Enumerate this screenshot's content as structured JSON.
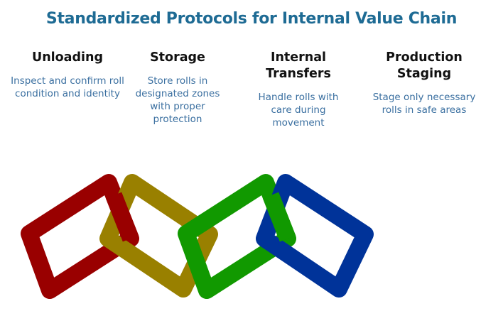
{
  "title": "Standardized Protocols for Internal Value Chain",
  "steps": [
    {
      "heading": "Unloading",
      "description": "Inspect and confirm roll condition and identity",
      "color": "#990000"
    },
    {
      "heading": "Storage",
      "description": "Store rolls in designated zones with proper protection",
      "color": "#998000"
    },
    {
      "heading": "Internal Transfers",
      "description": "Handle rolls with care during movement",
      "color": "#119900"
    },
    {
      "heading": "Production Staging",
      "description": "Stage only necessary rolls in safe areas",
      "color": "#003399"
    }
  ]
}
